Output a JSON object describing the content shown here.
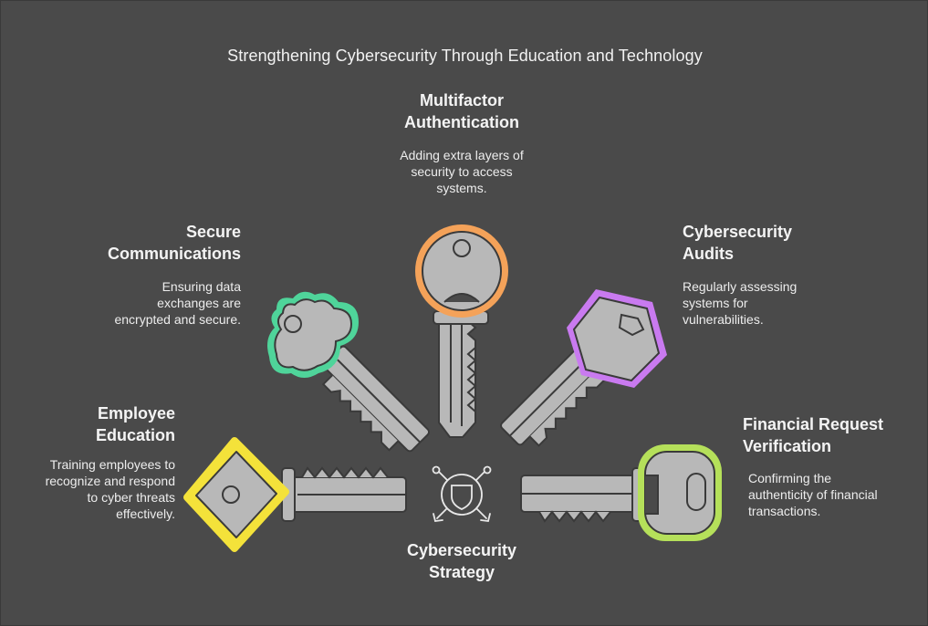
{
  "title": "Strengthening Cybersecurity Through Education and Technology",
  "center": {
    "line1": "Cybersecurity",
    "line2": "Strategy",
    "icon": "shield-network-icon"
  },
  "items": {
    "mfa": {
      "heading_line1": "Multifactor",
      "heading_line2": "Authentication",
      "desc_line1": "Adding extra layers of",
      "desc_line2": "security to access",
      "desc_line3": "systems.",
      "color": "#f4a259",
      "icon": "round-key-icon"
    },
    "secure_comms": {
      "heading_line1": "Secure",
      "heading_line2": "Communications",
      "desc_line1": "Ensuring data",
      "desc_line2": "exchanges are",
      "desc_line3": "encrypted and secure.",
      "color": "#4fd49a",
      "icon": "cloud-key-icon"
    },
    "audits": {
      "heading_line1": "Cybersecurity",
      "heading_line2": "Audits",
      "desc_line1": "Regularly assessing",
      "desc_line2": "systems for",
      "desc_line3": "vulnerabilities.",
      "color": "#c97af0",
      "icon": "hexagon-key-icon"
    },
    "education": {
      "heading_line1": "Employee",
      "heading_line2": "Education",
      "desc_line1": "Training employees to",
      "desc_line2": "recognize and respond",
      "desc_line3": "to cyber threats",
      "desc_line4": "effectively.",
      "color": "#f4e23a",
      "icon": "diamond-key-icon"
    },
    "financial": {
      "heading_line1": "Financial Request",
      "heading_line2": "Verification",
      "desc_line1": "Confirming the",
      "desc_line2": "authenticity of financial",
      "desc_line3": "transactions.",
      "color": "#b5e05a",
      "icon": "rounded-square-key-icon"
    }
  },
  "colors": {
    "background": "#4a4a4a",
    "key_fill": "#b8b8b8",
    "key_stroke": "#3a3a3a",
    "text": "#f2f2f2"
  }
}
